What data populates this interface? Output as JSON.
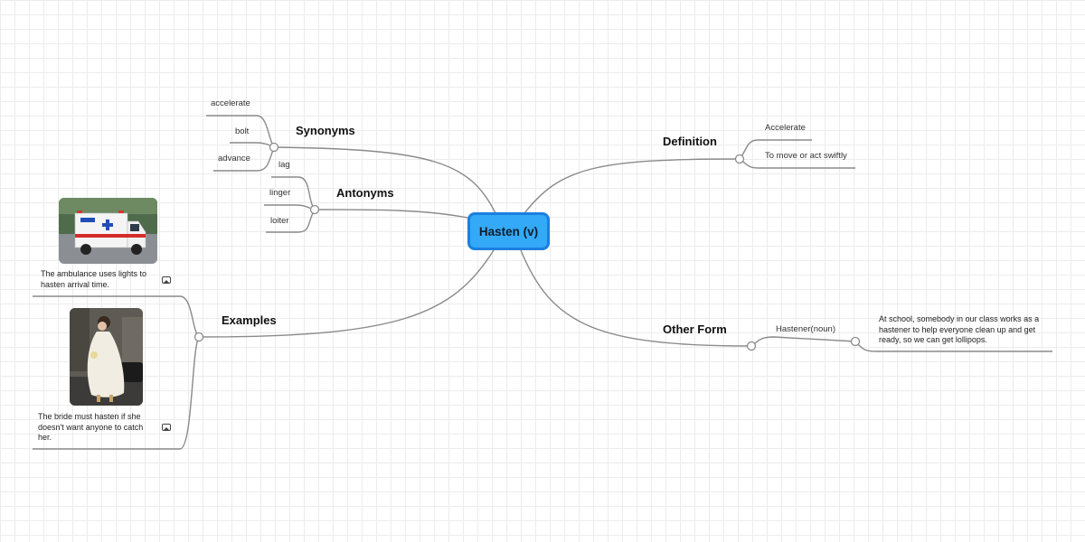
{
  "root": {
    "label": "Hasten (v)"
  },
  "branches": {
    "synonyms": {
      "label": "Synonyms",
      "items": [
        "accelerate",
        "bolt",
        "advance"
      ]
    },
    "antonyms": {
      "label": "Antonyms",
      "items": [
        "lag",
        "linger",
        "loiter"
      ]
    },
    "definition": {
      "label": "Definition",
      "items": [
        "Accelerate",
        "To move or act swiftly"
      ]
    },
    "examples": {
      "label": "Examples",
      "items": [
        {
          "caption": "The ambulance uses lights to hasten arrival time.",
          "image": "ambulance"
        },
        {
          "caption": "The bride must hasten if she doesn't want anyone to catch her.",
          "image": "running-bride"
        }
      ]
    },
    "other_form": {
      "label": "Other Form",
      "item": "Hastener(noun)",
      "sentence": "At school, somebody in our class works as a hastener to help everyone clean up and get ready, so we can get lollipops."
    }
  },
  "colors": {
    "root_fill": "#33a9f7",
    "root_border": "#1c7fe0",
    "connector": "#8a8a8a"
  },
  "icons": {
    "caption_image": "image-icon"
  }
}
